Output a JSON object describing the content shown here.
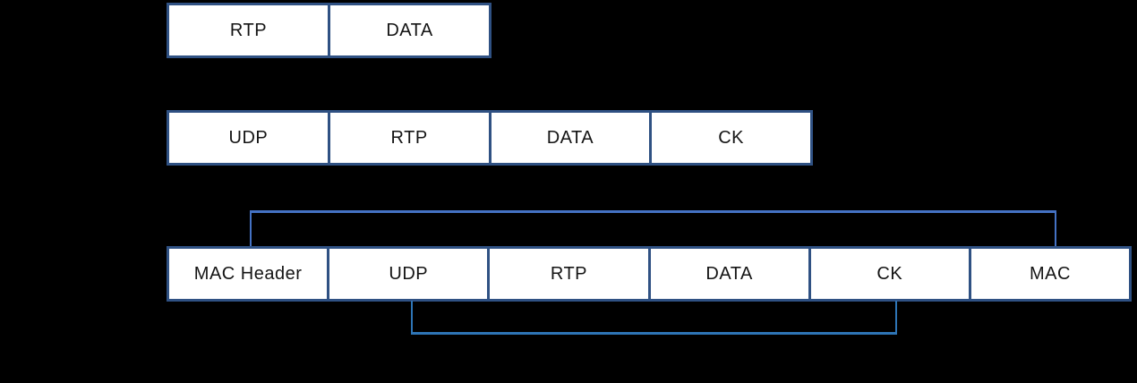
{
  "diagram": {
    "background_color": "#000000",
    "box_fill_color": "#ffffff",
    "box_border_color": "#2f5183",
    "box_text_color": "#141414",
    "rows": [
      {
        "id": "row-rtp",
        "name": "rtp-packet-row",
        "boxes": [
          "RTP",
          "DATA"
        ]
      },
      {
        "id": "row-udp",
        "name": "udp-datagram-row",
        "boxes": [
          "UDP",
          "RTP",
          "DATA",
          "CK"
        ]
      },
      {
        "id": "row-mac",
        "name": "mac-frame-row",
        "boxes": [
          "MAC Header",
          "UDP",
          "RTP",
          "DATA",
          "CK",
          "MAC"
        ]
      }
    ],
    "brackets": [
      {
        "id": "bracket-top",
        "name": "mac-coverage-bracket",
        "position": "above-mac-frame",
        "connects": [
          "MAC Header",
          "MAC"
        ],
        "color": "#4472c4"
      },
      {
        "id": "bracket-bottom",
        "name": "checksum-coverage-bracket",
        "position": "below-mac-frame",
        "connects": [
          "UDP",
          "CK"
        ],
        "color": "#2e75b6"
      }
    ]
  }
}
